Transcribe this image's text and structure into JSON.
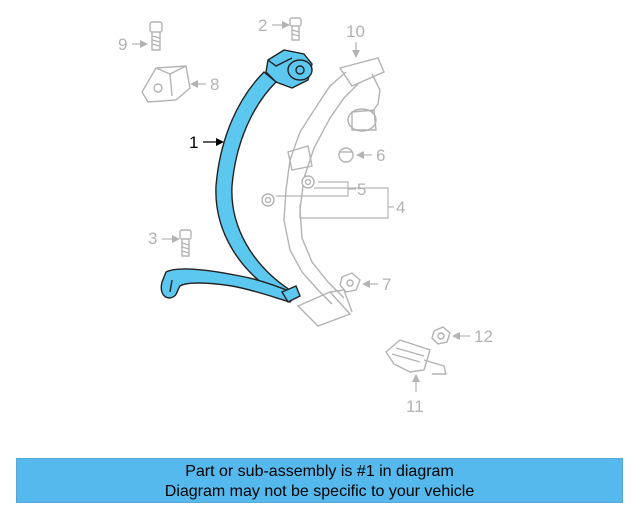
{
  "colors": {
    "highlight_part": "#5cc8ef",
    "muted_parts": "#b3b3b3",
    "callout_primary": "#000000",
    "banner_background": "#55b9ee",
    "banner_text": "#000000"
  },
  "callouts": {
    "c1": "1",
    "c2": "2",
    "c3": "3",
    "c4": "4",
    "c5": "5",
    "c6": "6",
    "c7": "7",
    "c8": "8",
    "c9": "9",
    "c10": "10",
    "c11": "11",
    "c12": "12"
  },
  "banner": {
    "line1": "Part or sub-assembly is #1 in diagram",
    "line2": "Diagram may not be specific to your vehicle"
  }
}
